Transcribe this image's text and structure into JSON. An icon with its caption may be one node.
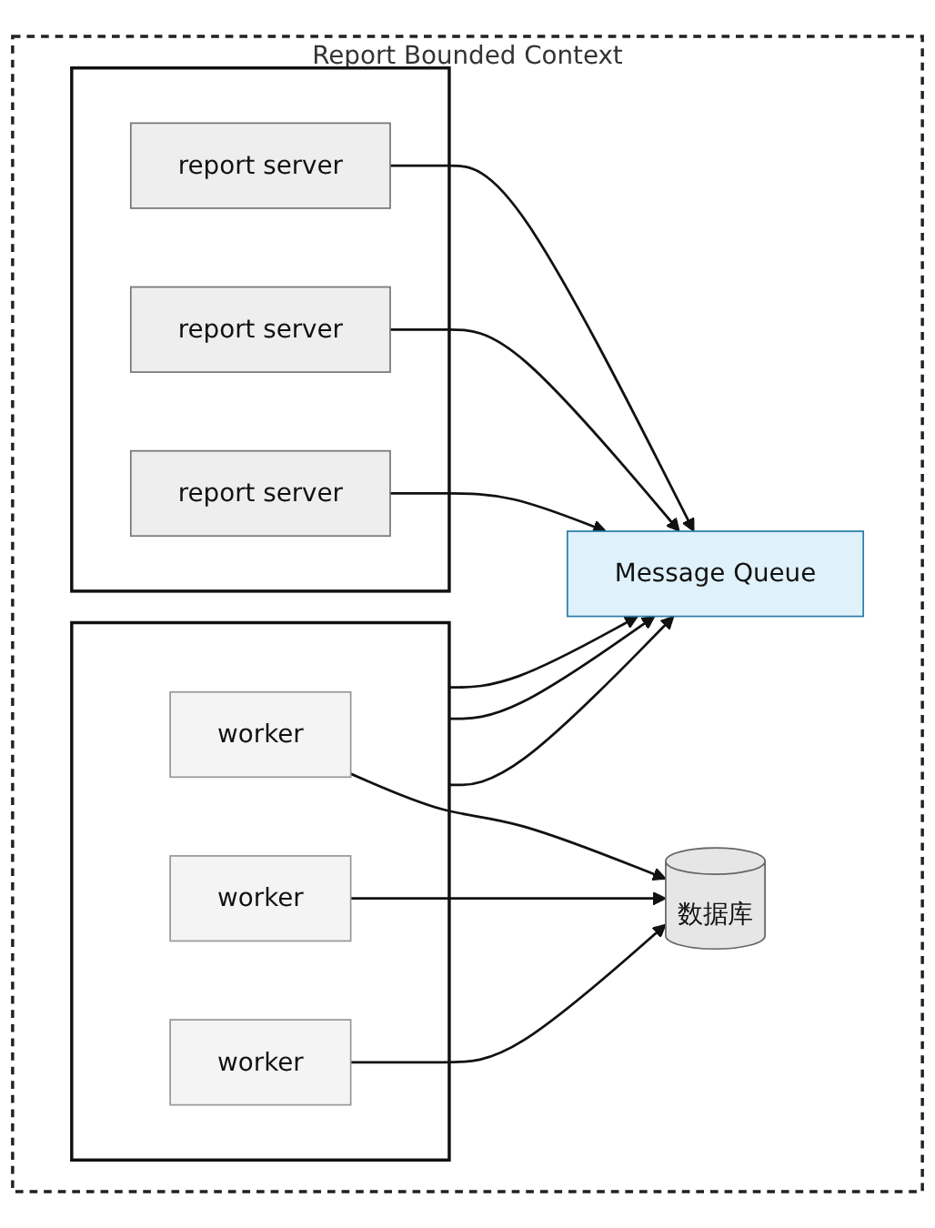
{
  "diagram": {
    "nodes": [
      {
        "text": [
          "Report Bounded Context"
        ]
      },
      {
        "text": [],
        "shape": "box",
        "in": 0
      },
      {
        "text": [
          "report server"
        ],
        "in": 1
      },
      {
        "text": [
          "report server"
        ],
        "in": 1
      },
      {
        "text": [
          "report server"
        ],
        "in": 1
      },
      {
        "text": [
          "Message Queue"
        ],
        "in": 0
      },
      {
        "text": [],
        "shape": "box",
        "in": 0
      },
      {
        "text": [
          "worker"
        ],
        "in": 6
      },
      {
        "text": [
          "worker"
        ],
        "in": 6
      },
      {
        "text": [
          "worker"
        ],
        "in": 6
      },
      {
        "text": [
          "数据库"
        ],
        "in": 0
      }
    ],
    "edges": [
      {
        "from": 2,
        "to": 5,
        "arrow": "to"
      },
      {
        "from": 3,
        "to": 5,
        "arrow": "to"
      },
      {
        "from": 4,
        "to": 5,
        "arrow": "to"
      },
      {
        "from": 6,
        "to": 5,
        "arrow": "to"
      },
      {
        "from": 6,
        "to": 5,
        "arrow": "to"
      },
      {
        "from": 6,
        "to": 5,
        "arrow": "to"
      },
      {
        "from": 7,
        "to": 10,
        "arrow": "to"
      },
      {
        "from": 8,
        "to": 10,
        "arrow": "to"
      },
      {
        "from": 9,
        "to": 10,
        "arrow": "to"
      }
    ]
  }
}
